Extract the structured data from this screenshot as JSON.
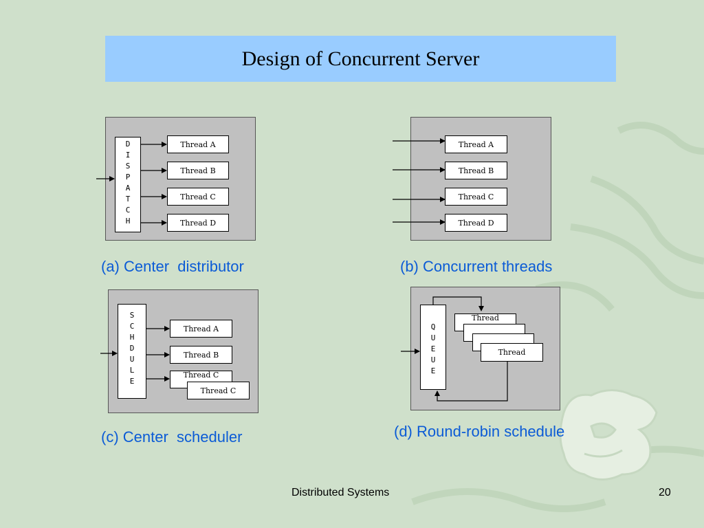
{
  "slide": {
    "title": "Design of Concurrent Server",
    "footer": "Distributed Systems",
    "page_number": "20"
  },
  "diagrams": {
    "a": {
      "caption": "(a) Center  distributor",
      "vertical_label": [
        "D",
        "I",
        "S",
        "P",
        "A",
        "T",
        "C",
        "H"
      ],
      "threads": [
        "Thread A",
        "Thread B",
        "Thread C",
        "Thread D"
      ]
    },
    "b": {
      "caption": "(b) Concurrent threads",
      "threads": [
        "Thread A",
        "Thread B",
        "Thread C",
        "Thread D"
      ]
    },
    "c": {
      "caption": "(c) Center  scheduler",
      "vertical_label": [
        "S",
        "C",
        "H",
        "D",
        "U",
        "L",
        "E"
      ],
      "threads": [
        "Thread A",
        "Thread B",
        "Thread C",
        "Thread C"
      ]
    },
    "d": {
      "caption": "(d) Round-robin schedule",
      "vertical_label": [
        "Q",
        "U",
        "E",
        "U",
        "E"
      ],
      "threads": [
        "Thread",
        "Thread"
      ]
    }
  },
  "colors": {
    "background": "#cfe0cb",
    "title_bar": "#99ccff",
    "caption_text": "#0b5bd6",
    "panel": "#c0c0c0"
  }
}
